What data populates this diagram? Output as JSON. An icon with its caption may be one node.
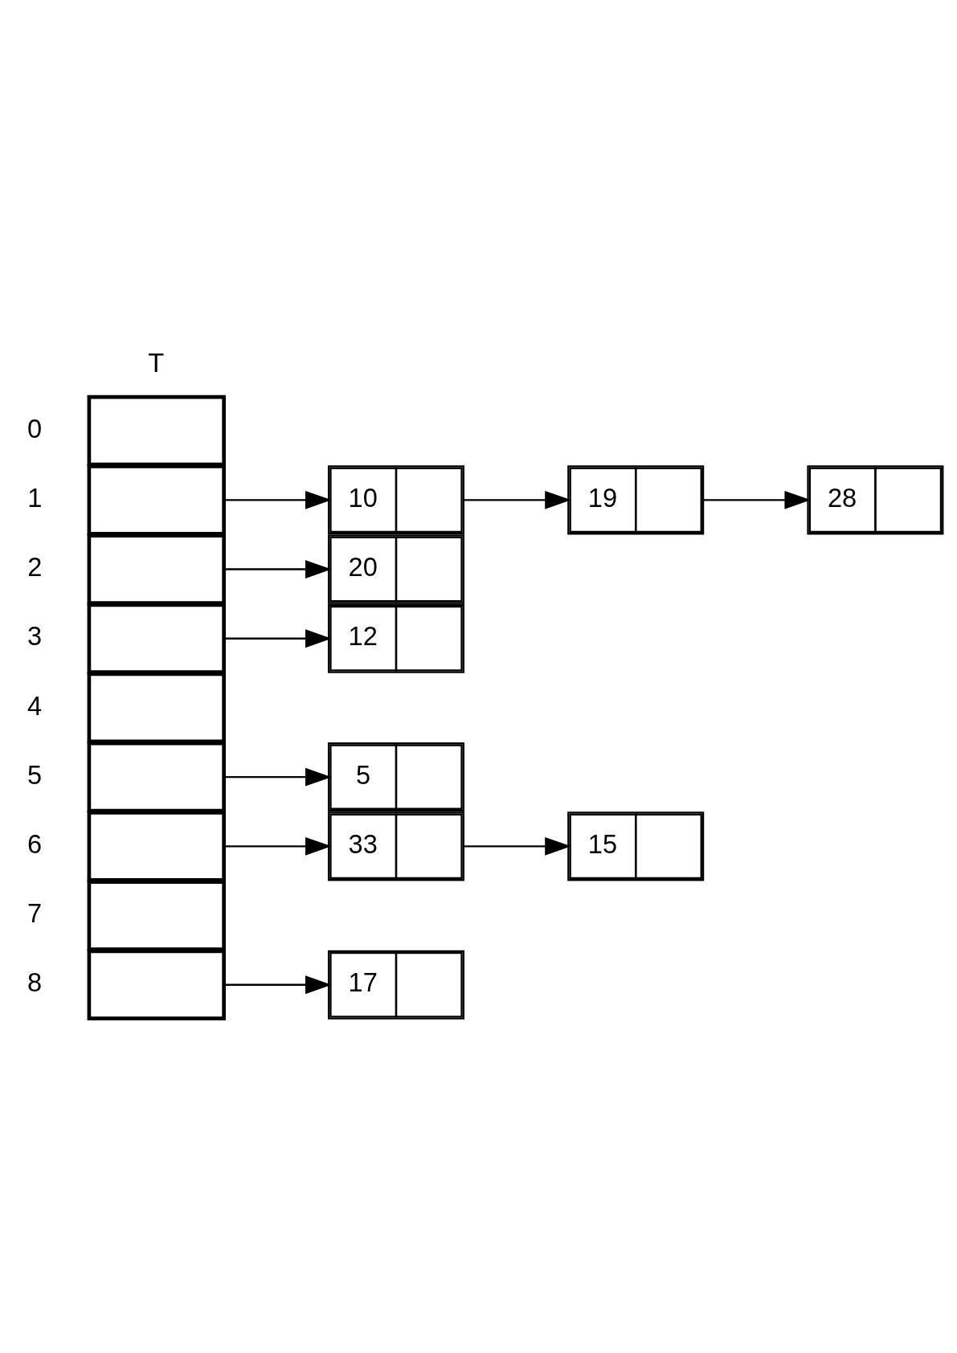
{
  "diagram": {
    "nodes": [
      {
        "text": [],
        "shape": "box",
        "beside": [
          "0"
        ]
      },
      {
        "text": [],
        "shape": "box",
        "beside": [
          "1"
        ]
      },
      {
        "text": [],
        "shape": "box",
        "beside": [
          "2"
        ]
      },
      {
        "text": [],
        "shape": "box",
        "beside": [
          "3"
        ]
      },
      {
        "text": [],
        "shape": "box",
        "beside": [
          "4"
        ]
      },
      {
        "text": [],
        "shape": "box",
        "beside": [
          "5"
        ]
      },
      {
        "text": [],
        "shape": "box",
        "beside": [
          "6"
        ]
      },
      {
        "text": [],
        "shape": "box",
        "beside": [
          "7"
        ]
      },
      {
        "text": [],
        "shape": "box",
        "beside": [
          "8"
        ]
      },
      {
        "text": [
          "10"
        ]
      },
      {
        "text": [
          "19"
        ]
      },
      {
        "text": [
          "28"
        ]
      },
      {
        "text": [
          "20"
        ]
      },
      {
        "text": [
          "12"
        ]
      },
      {
        "text": [
          "5"
        ]
      },
      {
        "text": [
          "33"
        ]
      },
      {
        "text": [
          "15"
        ]
      },
      {
        "text": [
          "17"
        ]
      }
    ],
    "edges": [
      {
        "from": 1,
        "to": 9,
        "arrow": "to"
      },
      {
        "from": 9,
        "to": 10,
        "arrow": "to"
      },
      {
        "from": 10,
        "to": 11,
        "arrow": "to"
      },
      {
        "from": 2,
        "to": 12,
        "arrow": "to"
      },
      {
        "from": 3,
        "to": 13,
        "arrow": "to"
      },
      {
        "from": 5,
        "to": 14,
        "arrow": "to"
      },
      {
        "from": 6,
        "to": 15,
        "arrow": "to"
      },
      {
        "from": 15,
        "to": 16,
        "arrow": "to"
      },
      {
        "from": 8,
        "to": 17,
        "arrow": "to"
      }
    ],
    "labels": [
      "T"
    ]
  }
}
